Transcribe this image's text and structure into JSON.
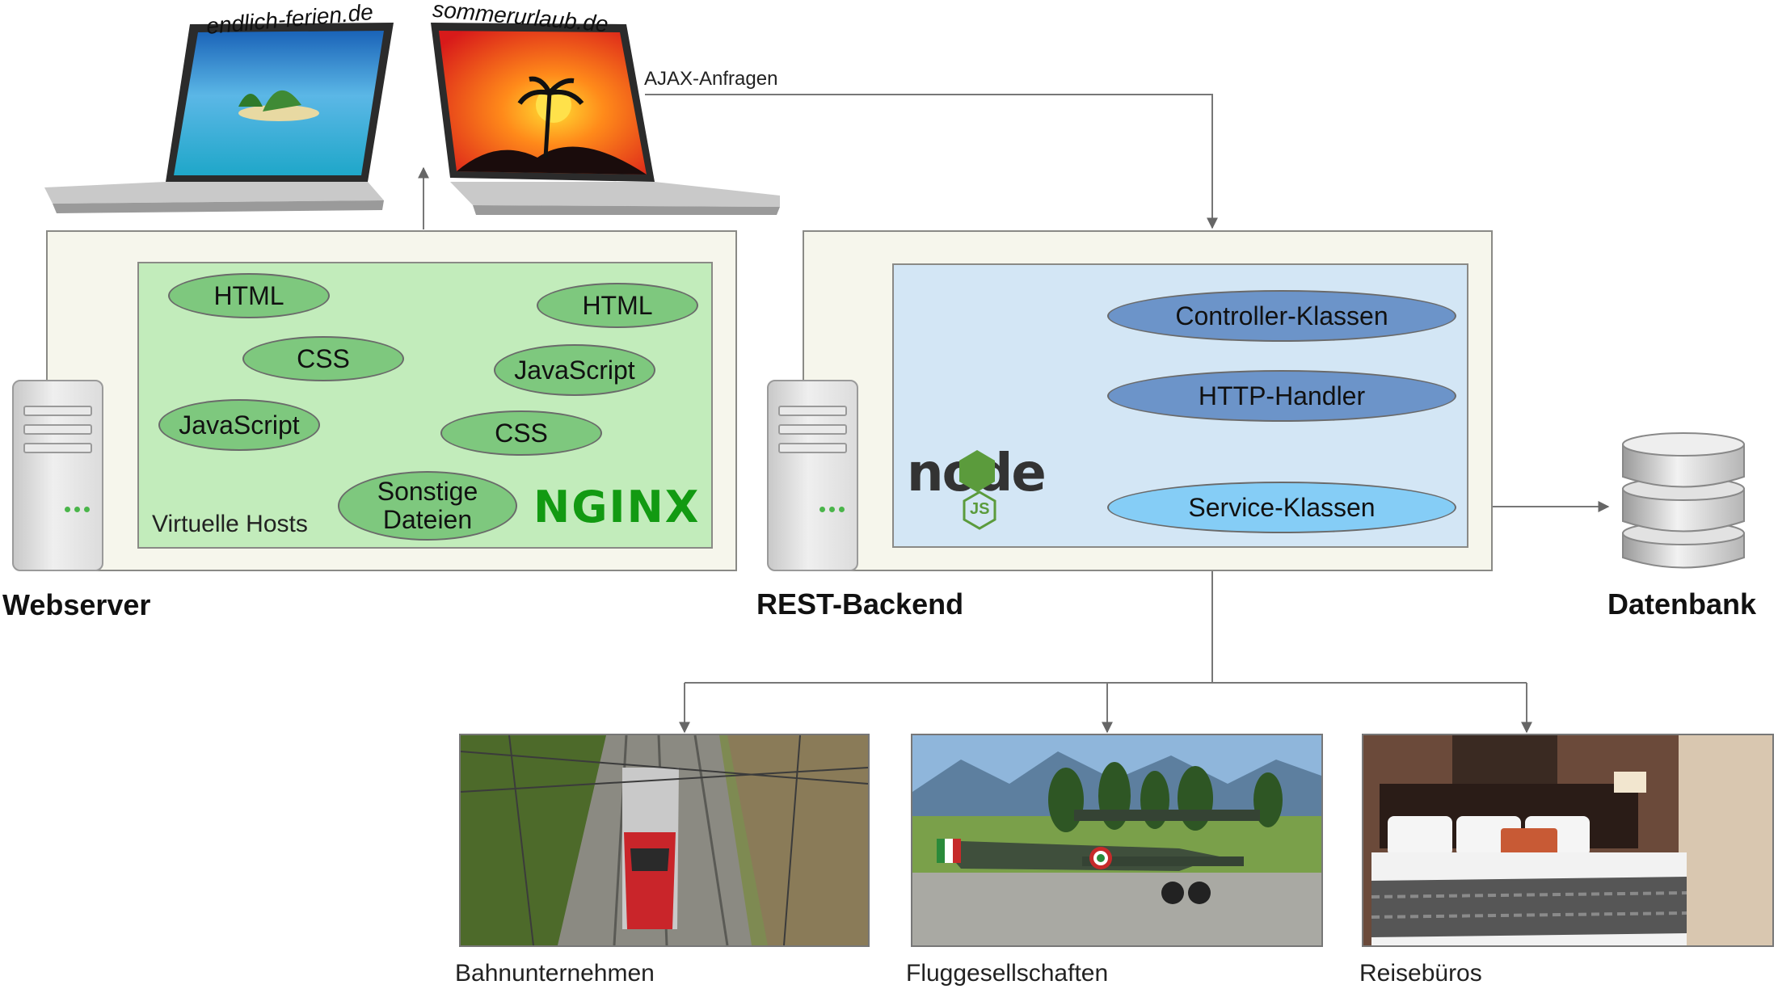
{
  "clients": {
    "laptop1_label": "endlich-ferien.de",
    "laptop2_label": "sommerurlaub.de",
    "ajax_label": "AJAX-Anfragen"
  },
  "webserver": {
    "title": "Webserver",
    "vhost_caption": "Virtuelle Hosts",
    "logo_text": "NGINX",
    "host_a": [
      "HTML",
      "CSS",
      "JavaScript"
    ],
    "host_b": [
      "HTML",
      "JavaScript",
      "CSS"
    ],
    "other_files": "Sonstige Dateien"
  },
  "backend": {
    "title": "REST-Backend",
    "node_logo_text": "node",
    "node_logo_sub": "JS",
    "controller": "Controller-Klassen",
    "http_handler": "HTTP-Handler",
    "service": "Service-Klassen"
  },
  "database": {
    "title": "Datenbank"
  },
  "partners": {
    "rail": "Bahnunternehmen",
    "airline": "Fluggesellschaften",
    "travel_agency": "Reisebüros"
  },
  "colors": {
    "webserver_inner": "#c2ecbb",
    "backend_inner": "#d3e6f5",
    "pill_green": "#7ec87e",
    "pill_blue": "#6c94c9",
    "pill_light_blue": "#85cdf6",
    "nginx_green": "#129a12",
    "node_green": "#5b9b3c"
  },
  "icons": [
    "laptop-icon",
    "server-icon",
    "database-icon",
    "node-logo",
    "nginx-logo"
  ]
}
